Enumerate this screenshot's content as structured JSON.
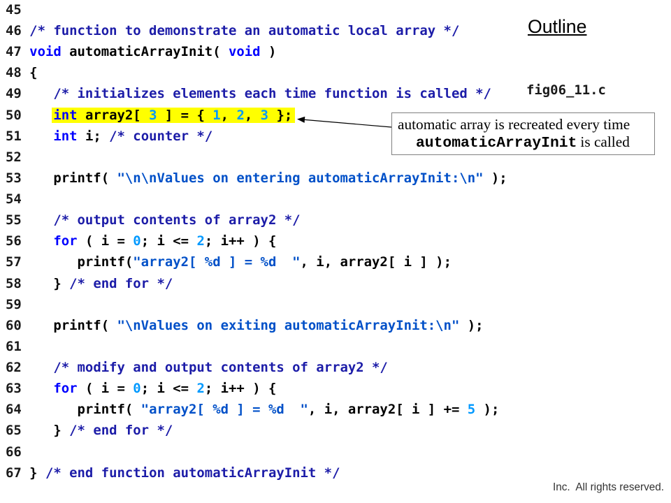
{
  "slide": {
    "outline_heading": "Outline",
    "file_name": "fig06_11.c",
    "footer": "Inc.  All rights reserved."
  },
  "code": {
    "lines": [
      {
        "number": "45",
        "tokens": []
      },
      {
        "number": "46",
        "tokens": [
          {
            "comment": "/* function to demonstrate an automatic local array */"
          }
        ]
      },
      {
        "number": "47",
        "tokens": [
          {
            "keyword": "void"
          },
          {
            "plain": " automaticArrayInit( "
          },
          {
            "keyword": "void"
          },
          {
            "plain": " )"
          }
        ]
      },
      {
        "number": "48",
        "tokens": [
          {
            "plain": "{"
          }
        ]
      },
      {
        "number": "49",
        "tokens": [
          {
            "plain": "   "
          },
          {
            "comment": "/* initializes elements each time function is called */"
          }
        ]
      },
      {
        "number": "50",
        "tokens": [
          {
            "plain": "   "
          }
        ],
        "highlighted_tokens": [
          {
            "keyword": "int"
          },
          {
            "plain": " array2[ "
          },
          {
            "literal": "3"
          },
          {
            "plain": " ] = { "
          },
          {
            "literal": "1"
          },
          {
            "plain": ", "
          },
          {
            "literal": "2"
          },
          {
            "plain": ", "
          },
          {
            "literal": "3"
          },
          {
            "plain": " };"
          }
        ]
      },
      {
        "number": "51",
        "tokens": [
          {
            "plain": "   "
          },
          {
            "keyword": "int"
          },
          {
            "plain": " i; "
          },
          {
            "comment": "/* counter */"
          }
        ]
      },
      {
        "number": "52",
        "tokens": []
      },
      {
        "number": "53",
        "tokens": [
          {
            "plain": "   printf( "
          },
          {
            "string": "\"\\n\\nValues on entering automaticArrayInit:\\n\""
          },
          {
            "plain": " );"
          }
        ]
      },
      {
        "number": "54",
        "tokens": []
      },
      {
        "number": "55",
        "tokens": [
          {
            "plain": "   "
          },
          {
            "comment": "/* output contents of array2 */"
          }
        ]
      },
      {
        "number": "56",
        "tokens": [
          {
            "plain": "   "
          },
          {
            "keyword": "for"
          },
          {
            "plain": " ( i = "
          },
          {
            "literal": "0"
          },
          {
            "plain": "; i <= "
          },
          {
            "literal": "2"
          },
          {
            "plain": "; i++ ) {"
          }
        ]
      },
      {
        "number": "57",
        "tokens": [
          {
            "plain": "      printf("
          },
          {
            "string": "\"array2[ %d ] = %d  \""
          },
          {
            "plain": ", i, array2[ i ] );"
          }
        ]
      },
      {
        "number": "58",
        "tokens": [
          {
            "plain": "   } "
          },
          {
            "comment": "/* end for */"
          }
        ]
      },
      {
        "number": "59",
        "tokens": []
      },
      {
        "number": "60",
        "tokens": [
          {
            "plain": "   printf( "
          },
          {
            "string": "\"\\nValues on exiting automaticArrayInit:\\n\""
          },
          {
            "plain": " );"
          }
        ]
      },
      {
        "number": "61",
        "tokens": []
      },
      {
        "number": "62",
        "tokens": [
          {
            "plain": "   "
          },
          {
            "comment": "/* modify and output contents of array2 */"
          }
        ]
      },
      {
        "number": "63",
        "tokens": [
          {
            "plain": "   "
          },
          {
            "keyword": "for"
          },
          {
            "plain": " ( i = "
          },
          {
            "literal": "0"
          },
          {
            "plain": "; i <= "
          },
          {
            "literal": "2"
          },
          {
            "plain": "; i++ ) {"
          }
        ]
      },
      {
        "number": "64",
        "tokens": [
          {
            "plain": "      printf( "
          },
          {
            "string": "\"array2[ %d ] = %d  \""
          },
          {
            "plain": ", i, array2[ i ] += "
          },
          {
            "literal": "5"
          },
          {
            "plain": " );"
          }
        ]
      },
      {
        "number": "65",
        "tokens": [
          {
            "plain": "   } "
          },
          {
            "comment": "/* end for */"
          }
        ]
      },
      {
        "number": "66",
        "tokens": []
      },
      {
        "number": "67",
        "tokens": [
          {
            "plain": "} "
          },
          {
            "comment": "/* end function automaticArrayInit */"
          }
        ]
      }
    ]
  },
  "callout": {
    "text_line_1": "automatic array is recreated every time",
    "code_term": "automaticArrayInit",
    "text_line_2": "is called"
  },
  "colors": {
    "plain": "#000000",
    "line_number": "#1a1a1a",
    "keyword": "#0000ff",
    "comment": "#1c1ca8",
    "string": "#0050c8",
    "literal": "#0099ff",
    "highlight": "#ffff00",
    "callout_border": "#808080",
    "arrow": "#000000",
    "footer_text": "#333333"
  }
}
